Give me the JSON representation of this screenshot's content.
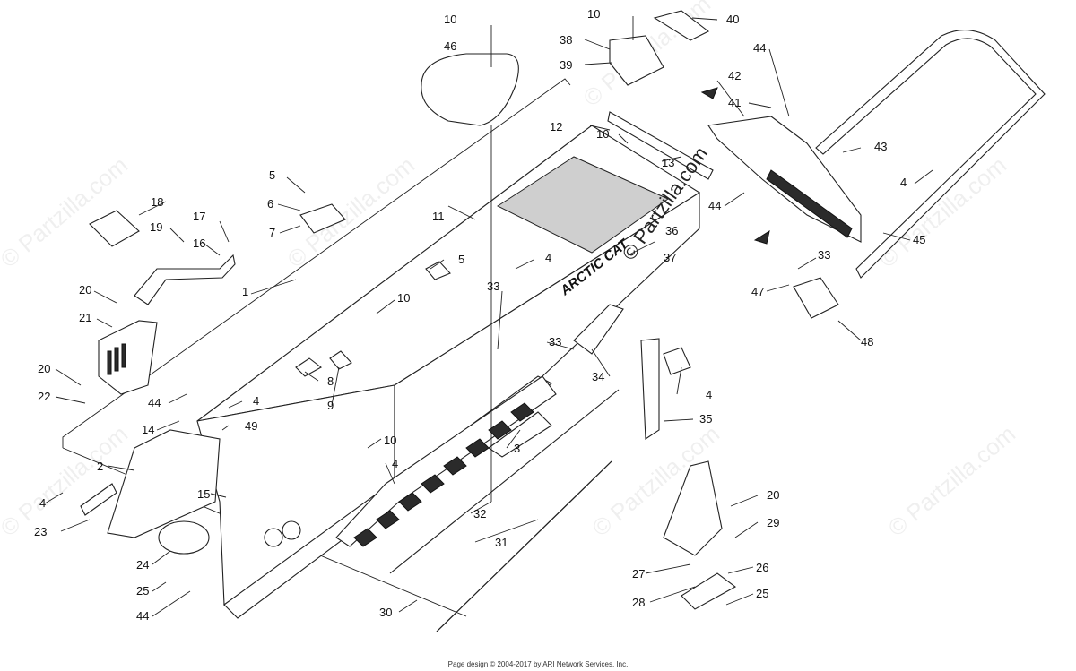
{
  "callouts": [
    "1",
    "2",
    "3",
    "4",
    "5",
    "6",
    "7",
    "8",
    "9",
    "10",
    "11",
    "12",
    "13",
    "14",
    "15",
    "16",
    "17",
    "18",
    "19",
    "20",
    "21",
    "22",
    "23",
    "24",
    "25",
    "26",
    "27",
    "28",
    "29",
    "30",
    "31",
    "32",
    "33",
    "34",
    "35",
    "36",
    "37",
    "38",
    "39",
    "40",
    "41",
    "42",
    "43",
    "44",
    "45",
    "46",
    "47",
    "48",
    "49"
  ],
  "brand_decal": "ARCTIC CAT",
  "watermark_text": "© Partzilla.com",
  "footer": "Page design © 2004-2017 by ARI Network Services, Inc."
}
